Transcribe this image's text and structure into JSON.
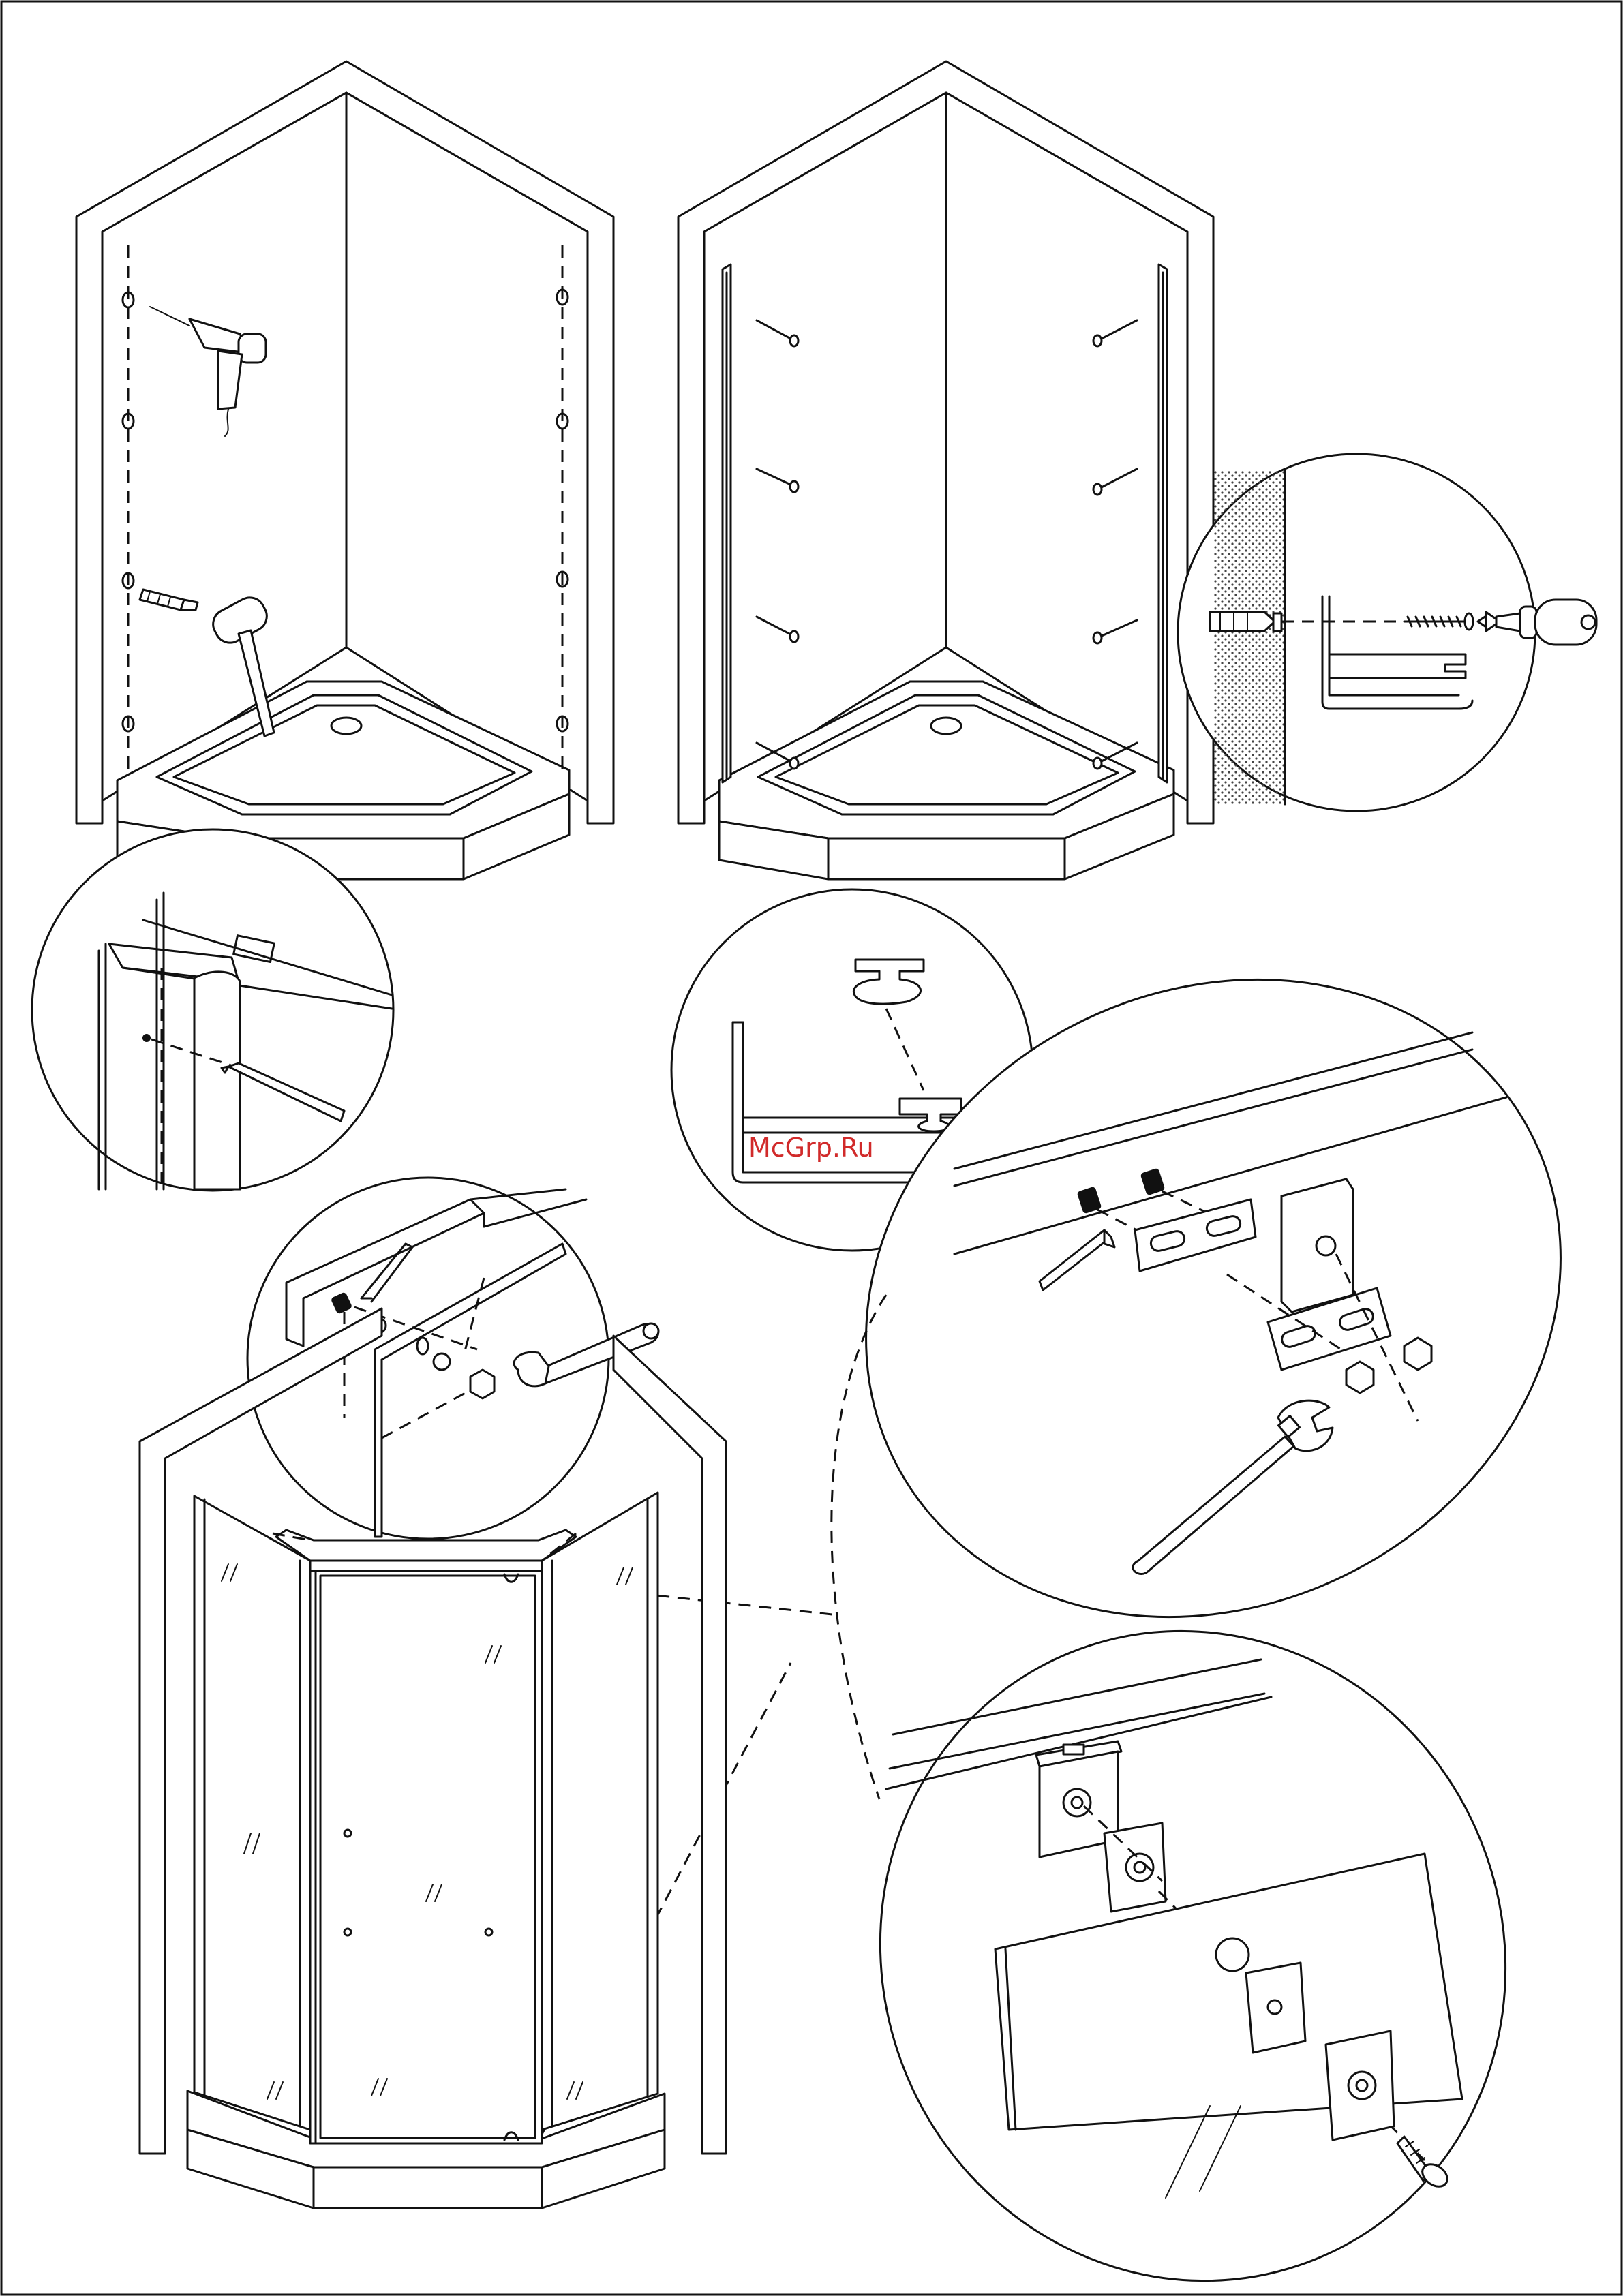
{
  "watermark": {
    "text": "McGrp.Ru",
    "color": "#d12a2a"
  },
  "colors": {
    "line": "#111111",
    "background": "#ffffff",
    "wall_texture": "#444444"
  },
  "steps": [
    {
      "name": "drill-wall-holes",
      "icons": [
        "drill-icon",
        "wall-plug-icon",
        "mallet-icon"
      ]
    },
    {
      "name": "mount-wall-profiles",
      "icons": [
        "screw-icon"
      ]
    },
    {
      "name": "profile-screw-detail",
      "icons": [
        "wall-plug-icon",
        "screw-icon",
        "screw-cap-icon",
        "screwdriver-icon"
      ]
    },
    {
      "name": "profile-drill-detail",
      "icons": [
        "drill-bit-icon"
      ]
    },
    {
      "name": "profile-seal-detail",
      "icons": [
        "seal-profile-icon"
      ]
    },
    {
      "name": "frame-bolt-detail",
      "icons": [
        "hex-key-icon",
        "wrench-icon",
        "bolt-icon",
        "nut-icon"
      ]
    },
    {
      "name": "assembled-enclosure",
      "icons": []
    },
    {
      "name": "door-bracket-detail",
      "icons": [
        "bracket-icon",
        "hex-key-icon",
        "wrench-icon",
        "nut-icon"
      ]
    },
    {
      "name": "glass-clamp-detail",
      "icons": [
        "clamp-icon",
        "screw-icon"
      ]
    }
  ]
}
